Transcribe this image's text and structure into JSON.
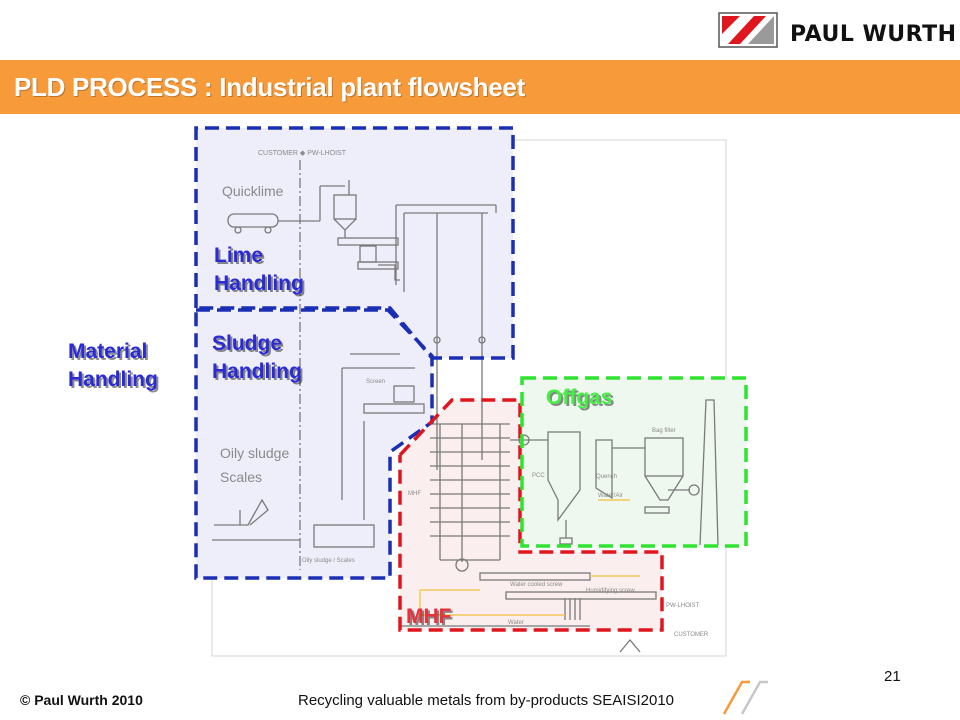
{
  "header": {
    "logo_text": "PAUL WURTH",
    "title": "PLD PROCESS : Industrial plant flowsheet"
  },
  "diagram": {
    "groups": {
      "material": [
        "Material",
        "Handling"
      ],
      "lime": [
        "Lime",
        "Handling"
      ],
      "sludge": [
        "Sludge",
        "Handling"
      ],
      "offgas": "Offgas",
      "mhf": "MHF"
    },
    "colors": {
      "blue_border": "#1b2fb5",
      "red_border": "#e0161e",
      "green_border": "#2ee42e",
      "blue_fill": "#eeeefa",
      "red_fill": "#fbeeee",
      "green_fill": "#eef8ee",
      "blue_label": "#2a2ad8",
      "red_label": "#e8313a",
      "green_label": "#44ee44"
    },
    "drawing_texts": {
      "customer_top": "CUSTOMER ◆ PW-LHOIST",
      "quicklime": "Quicklime",
      "oily_sludge": "Oily sludge",
      "scales": "Scales",
      "screen": "Screen",
      "oily_sludge_scales": "Oily sludge / Scales",
      "pcc": "PCC",
      "quench": "Quench",
      "water_air": "Water/Air",
      "bag_filter": "Bag filter",
      "mhf_small": "MHF",
      "water_cooled_screw": "Water cooled screw",
      "humidifying_screw": "Humidifying screw",
      "water": "Water",
      "pw_lhoist": "PW-LHOIST",
      "customer_bottom": "CUSTOMER"
    }
  },
  "footer": {
    "copyright": "© Paul Wurth 2010",
    "center": "Recycling valuable metals from by-products SEAISI2010",
    "page": "21"
  }
}
